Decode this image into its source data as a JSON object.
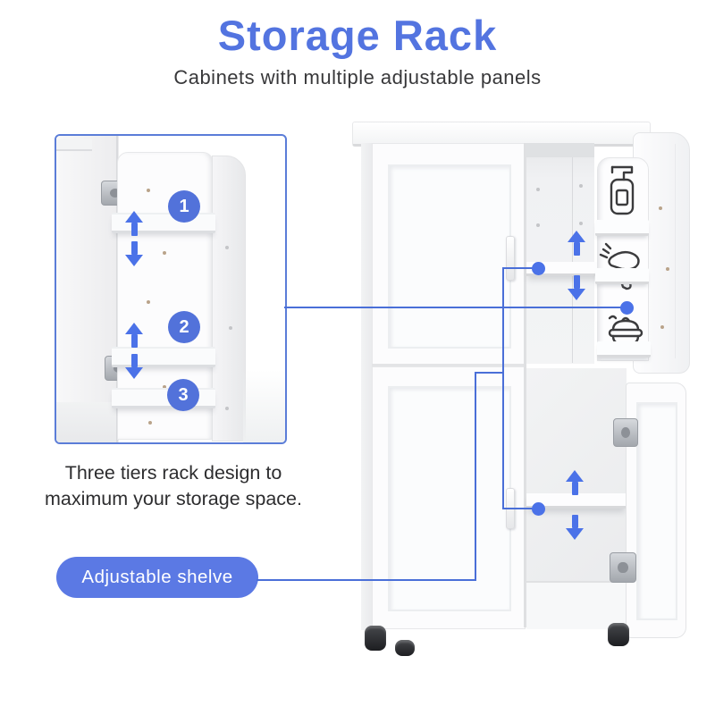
{
  "header": {
    "title": "Storage Rack",
    "subtitle": "Cabinets with multiple adjustable panels"
  },
  "inset": {
    "badges": [
      "1",
      "2",
      "3"
    ]
  },
  "caption": {
    "line1": "Three tiers rack design to",
    "line2": "maximum your storage space."
  },
  "pill": {
    "label": "Adjustable shelve"
  },
  "icons": {
    "door_prints": [
      "soap-dispenser-icon",
      "hair-dryer-icon",
      "soap-dish-icon"
    ],
    "callout": [
      "up-arrow-icon",
      "down-arrow-icon",
      "connector-dot"
    ]
  },
  "colors": {
    "accent": "#5374E0",
    "pill": "#5B79E4",
    "line": "#4A6FD8",
    "badge": "#5272DA",
    "arrow": "#4B72E8"
  }
}
